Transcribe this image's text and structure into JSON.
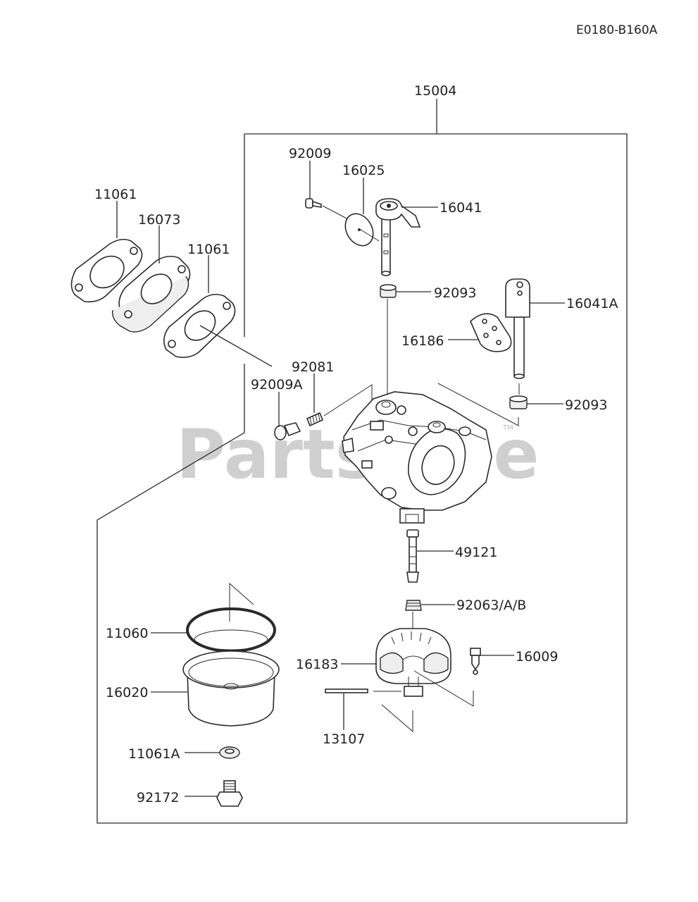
{
  "diagram_code": "E0180-B160A",
  "watermark": "PartsTree",
  "trademark": "TM",
  "part_labels": {
    "p15004": "15004",
    "p92009": "92009",
    "p16025": "16025",
    "p16041": "16041",
    "p11061_a": "11061",
    "p16073": "16073",
    "p11061_b": "11061",
    "p92093_a": "92093",
    "p16041a": "16041A",
    "p16186": "16186",
    "p92081": "92081",
    "p92009a": "92009A",
    "p92093_b": "92093",
    "p49121": "49121",
    "p92063": "92063/A/B",
    "p11060": "11060",
    "p16183": "16183",
    "p16009": "16009",
    "p16020": "16020",
    "p13107": "13107",
    "p11061a": "11061A",
    "p92172": "92172"
  },
  "colors": {
    "line": "#2a2a2a",
    "text": "#222222",
    "watermark": "#cfcfcf",
    "background": "#ffffff"
  }
}
